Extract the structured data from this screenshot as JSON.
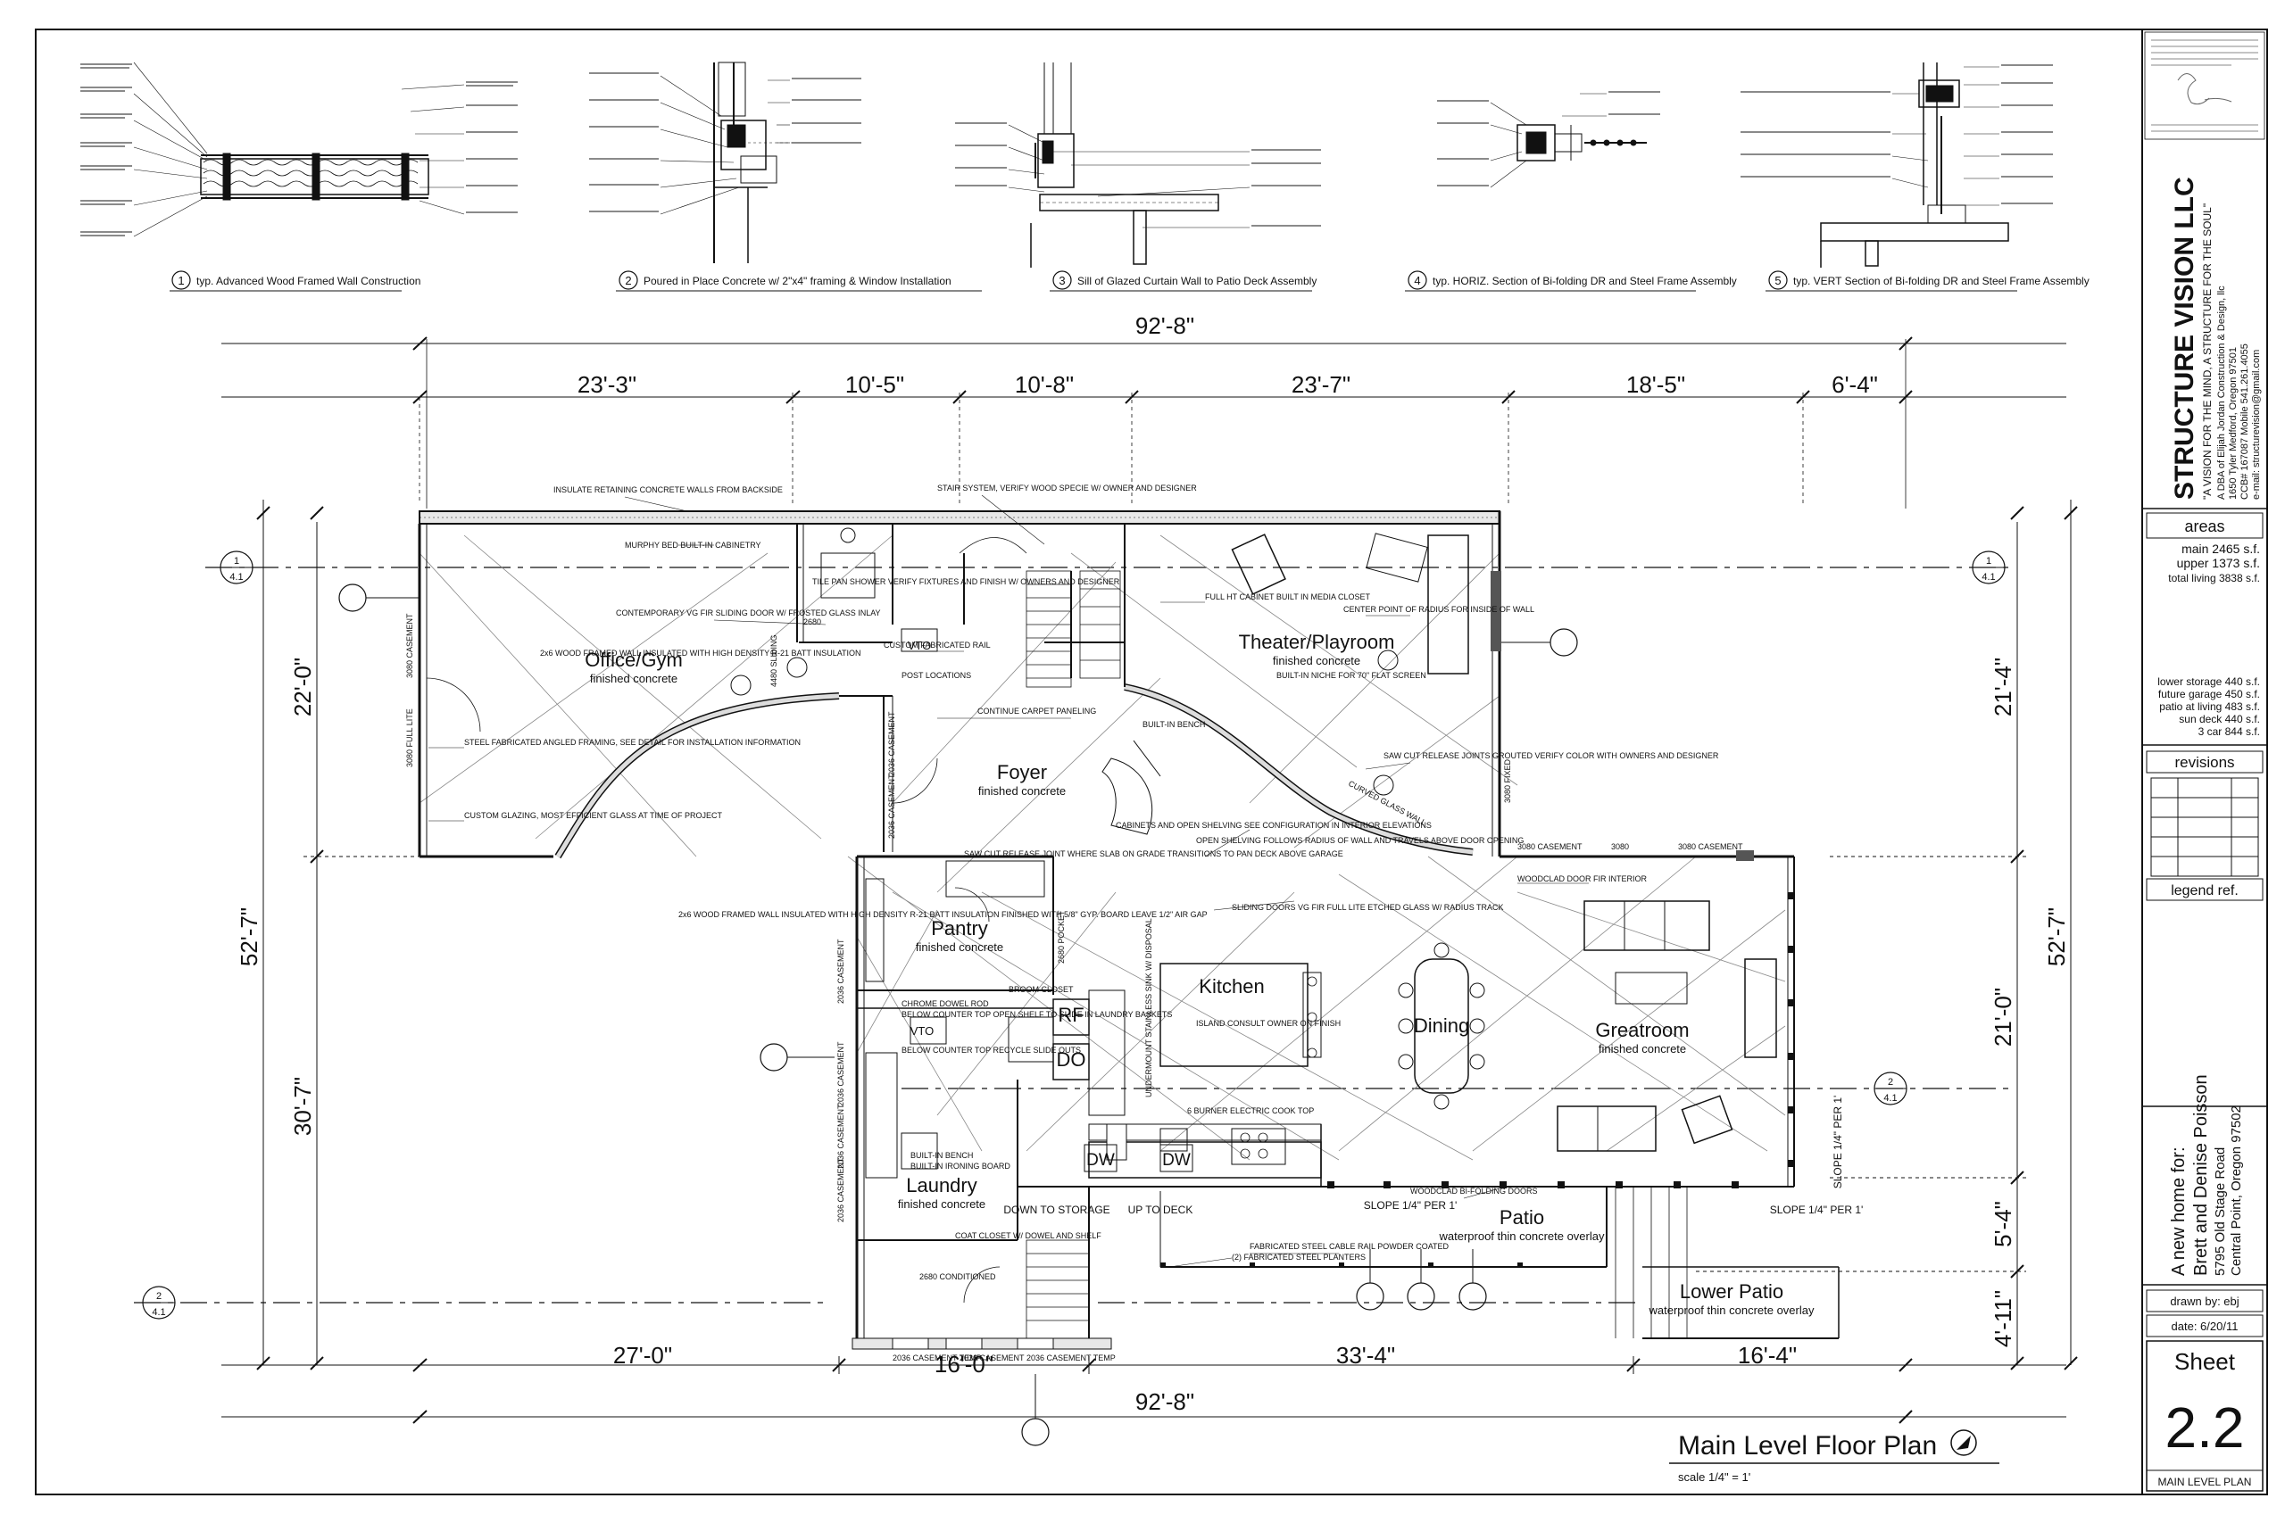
{
  "title_block": {
    "company": "STRUCTURE VISION LLC",
    "tagline": "\"A VISION FOR THE MIND, A STRUCTURE FOR THE SOUL\"",
    "dba": "A DBA of Elijah Jordan Construction & Design, llc",
    "address": "1650 Tyler Medford, Oregon 97501",
    "ccb": "CCB# 167087 Mobile 541.261.4055",
    "email": "e-mail: structurevision@gmail.com",
    "areas_heading": "areas",
    "areas_main": "main 2465 s.f.",
    "areas_upper": "upper 1373 s.f.",
    "areas_total": "total living 3838 s.f.",
    "storage": "lower storage 440 s.f.",
    "garage": "future garage 450 s.f.",
    "patio": "patio at living 483 s.f.",
    "sundeck": "sun deck 440 s.f.",
    "car": "3 car 844 s.f.",
    "revisions": "revisions",
    "legend": "legend ref.",
    "project_line1": "A new home for:",
    "project_line2": "Brett and Denise Poisson",
    "project_line3": "5795 Old Stage Road",
    "project_line4": "Central Point, Oregon 97502",
    "drawn_by": "drawn by: ebj",
    "date": "date: 6/20/11",
    "sheet_label": "Sheet",
    "sheet_number": "2.2",
    "sheet_name": "MAIN LEVEL PLAN"
  },
  "details": [
    {
      "num": "1",
      "title": "typ. Advanced Wood Framed Wall Construction"
    },
    {
      "num": "2",
      "title": "Poured in Place Concrete w/ 2\"x4\" framing & Window Installation"
    },
    {
      "num": "3",
      "title": "Sill of Glazed Curtain Wall to Patio Deck Assembly"
    },
    {
      "num": "4",
      "title": "typ. HORIZ. Section of Bi-folding DR and Steel Frame Assembly"
    },
    {
      "num": "5",
      "title": "typ. VERT Section of Bi-folding DR and Steel Frame Assembly"
    }
  ],
  "dims": {
    "overall_top": "92'-8\"",
    "overall_bottom": "92'-8\"",
    "top": [
      "23'-3\"",
      "10'-5\"",
      "10'-8\"",
      "23'-7\"",
      "18'-5\"",
      "6'-4\""
    ],
    "bottom": [
      "27'-0\"",
      "16'-0\"",
      "33'-4\"",
      "16'-4\""
    ],
    "left_total": "52'-7\"",
    "left_upper": "22'-0\"",
    "left_lower": "30'-7\"",
    "right_total": "52'-7\"",
    "right": [
      "21'-4\"",
      "21'-0\"",
      "5'-4\"",
      "4'-11\""
    ]
  },
  "rooms": {
    "office": "Office/Gym",
    "foyer": "Foyer",
    "theater": "Theater/Playroom",
    "pantry": "Pantry",
    "kitchen": "Kitchen",
    "dining": "Dining",
    "greatroom": "Greatroom",
    "laundry": "Laundry",
    "patio": "Patio",
    "lower_patio": "Lower Patio",
    "finish": "finished concrete",
    "patio_finish": "waterproof thin concrete overlay",
    "lower_patio_finish": "waterproof thin concrete overlay"
  },
  "fixtures": {
    "rf": "RF",
    "do": "DO",
    "dw1": "DW",
    "dw2": "DW",
    "vto1": "VTO",
    "vto2": "VTO",
    "down_storage": "DOWN TO STORAGE",
    "up_deck": "UP TO DECK",
    "slope1": "SLOPE 1/4\" PER 1'",
    "slope2": "SLOPE 1/4\" PER 1'",
    "slope3": "SLOPE 1/4\" PER 1'"
  },
  "section_marks": {
    "mark_a": "1",
    "mark_b": "2",
    "sheet_ref": "4.1"
  },
  "plan_title": "Main Level Floor Plan",
  "plan_scale": "scale 1/4\" = 1'",
  "notes": {
    "n1": "INSULATE RETAINING CONCRETE WALLS FROM BACKSIDE",
    "n2": "MURPHY BED BUILT-IN CABINETRY",
    "n3": "STAIR SYSTEM, VERIFY WOOD SPECIE W/ OWNER AND DESIGNER",
    "n4": "CONTEMPORARY VG FIR SLIDING DOOR W/ FROSTED GLASS INLAY",
    "n5": "CUSTOM FABRICATED RAIL",
    "n6": "FULL HT CABINET BUILT IN MEDIA CLOSET",
    "n7": "CENTER POINT OF RADIUS FOR INSIDE OF WALL",
    "n8": "CONTINUE CARPET PANELING",
    "n9": "SAW CUT RELEASE JOINTS GROUTED VERIFY COLOR WITH OWNERS AND DESIGNER",
    "n10": "STEEL FABRICATED ANGLED FRAMING, SEE DETAIL FOR INSTALLATION INFORMATION",
    "n11": "CUSTOM GLAZING, MOST EFFICIENT GLASS AT TIME OF PROJECT",
    "n12": "CABINETS AND OPEN SHELVING SEE CONFIGURATION IN INTERIOR ELEVATIONS",
    "n13": "SLIDING DOORS VG FIR FULL LITE ETCHED GLASS W/ RADIUS TRACK",
    "n14": "WOODCLAD DOOR FIR INTERIOR",
    "n15": "ISLAND CONSULT OWNER ON FINISH",
    "n16": "UNDERMOUNT STAINLESS SINK W/ DISPOSAL",
    "n17": "6 BURNER ELECTRIC COOK TOP",
    "n18": "(2) FABRICATED STEEL PLANTERS",
    "n19": "FABRICATED STEEL CABLE RAIL POWDER COATED",
    "n20": "WOODCLAD BI-FOLDING DOORS",
    "n21": "CHROME DOWEL ROD",
    "n22": "BELOW COUNTER TOP OPEN SHELF TO SLIDE IN LAUNDRY BASKETS",
    "n23": "BELOW COUNTER TOP RECYCLE SLIDE OUTS",
    "n24": "BUILT-IN BENCH",
    "n25": "BUILT-IN IRONING BOARD",
    "n26": "COAT CLOSET W/ DOWEL AND SHELF",
    "n27": "BROOM CLOSET",
    "n28": "2x6 WOOD FRAMED WALL INSULATED WITH HIGH DENSITY R-21 BATT INSULATION",
    "n29": "2x6 WOOD FRAMED WALL INSULATED WITH HIGH DENSITY R-21 BATT INSULATION FINISHED WITH 5/8\" GYP. BOARD LEAVE 1/2\" AIR GAP",
    "n30": "POST LOCATIONS",
    "n31": "BUILT-IN BENCH",
    "n32": "BUILT-IN NICHE FOR 70\" FLAT SCREEN",
    "n33": "CURVED GLASS WALL",
    "n34": "TILE PAN SHOWER VERIFY FIXTURES AND FINISH W/ OWNERS AND DESIGNER",
    "n35": "SAW CUT RELEASE JOINT WHERE SLAB ON GRADE TRANSITIONS TO PAN DECK ABOVE GARAGE",
    "n36": "OPEN SHELVING FOLLOWS RADIUS OF WALL AND TRAVELS ABOVE DOOR OPENING"
  },
  "windows": {
    "w1": "3080 CASEMENT",
    "w2": "3080",
    "w3": "3080 CASEMENT",
    "w4": "2036 CASEMENT",
    "w5": "2036 CASEMENT TEMP",
    "w6": "2036 CASEMENT",
    "w7": "2036 CASEMENT TEMP",
    "w8": "2036 CASEMENT",
    "w9": "2680 CONDITIONED",
    "w10": "2036 CASEMENT",
    "w11": "3080 FULL LITE",
    "w12": "3080 CASEMENT",
    "w13": "2680",
    "w14": "4480 SLIDING",
    "w15": "2036 CASEMENT",
    "w16": "2036 CASEMENT",
    "w17": "2036 CASEMENT",
    "w18": "2680 POCKET",
    "w19": "3080 FIXED"
  }
}
